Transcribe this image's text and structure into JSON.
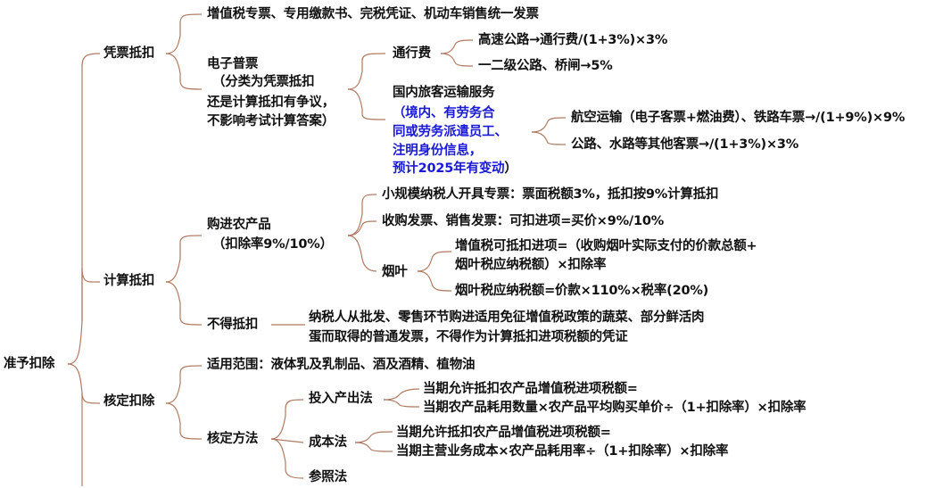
{
  "root": "准予扣除",
  "voucher": {
    "label": "凭票抵扣",
    "special": "增值税专票、专用缴款书、完税凭证、机动车销售统一发票",
    "e_invoice": {
      "line1": "电子普票",
      "line2": "（分类为凭票抵扣",
      "line3": "还是计算抵扣有争议，",
      "line4": "不影响考试计算答案）"
    },
    "toll": {
      "label": "通行费",
      "highway": "高速公路→通行费/(1+3%)×3%",
      "class12": "一二级公路、桥闸→5%"
    },
    "passenger": {
      "label": "国内旅客运输服务",
      "note1": "（境内、有劳务合",
      "note2": "同或劳务派遣员工、",
      "note3": "注明身份信息，",
      "note4": "预计2025年有变动",
      "note4_close": "）",
      "air_rail": "航空运输（电子客票+燃油费）、铁路车票→/(1+9%)×9%",
      "road_water": "公路、水路等其他客票→/(1+3%)×3%"
    }
  },
  "calc": {
    "label": "计算抵扣",
    "farm": {
      "label1": "购进农产品",
      "label2": "（扣除率9%/10%）",
      "small_taxpayer": "小规模纳税人开具专票：票面税额3%，抵扣按9%计算抵扣",
      "purchase_invoice": "收购发票、销售发票：可扣进项=买价×9%/10%",
      "tobacco": {
        "label": "烟叶",
        "input1": "增值税可抵扣进项=（收购烟叶实际支付的价款总额+",
        "input2": "烟叶税应纳税额）×扣除率",
        "tax": "烟叶税应纳税额=价款×110%×税率(20%)"
      }
    },
    "no_deduct": {
      "label": "不得抵扣",
      "text1": "纳税人从批发、零售环节购进适用免征增值税政策的蔬菜、部分鲜活肉",
      "text2": "蛋而取得的普通发票，不得作为计算抵扣进项税额的凭证"
    }
  },
  "verify": {
    "label": "核定扣除",
    "scope": "适用范围：液体乳及乳制品、酒及酒精、植物油",
    "methods": {
      "label": "核定方法",
      "io": {
        "label": "投入产出法",
        "f1": "当期允许抵扣农产品增值税进项税额=",
        "f2": "当期农产品耗用数量×农产品平均购买单价÷（1+扣除率）×扣除率"
      },
      "cost": {
        "label": "成本法",
        "f1": "当期允许抵扣农产品增值税进项税额=",
        "f2": "当期主营业务成本×农产品耗用率÷（1+扣除率）×扣除率"
      },
      "ref": {
        "label": "参照法"
      }
    }
  },
  "colors": {
    "line": "#b07a62",
    "text": "#111111",
    "highlight": "#1919d6"
  }
}
